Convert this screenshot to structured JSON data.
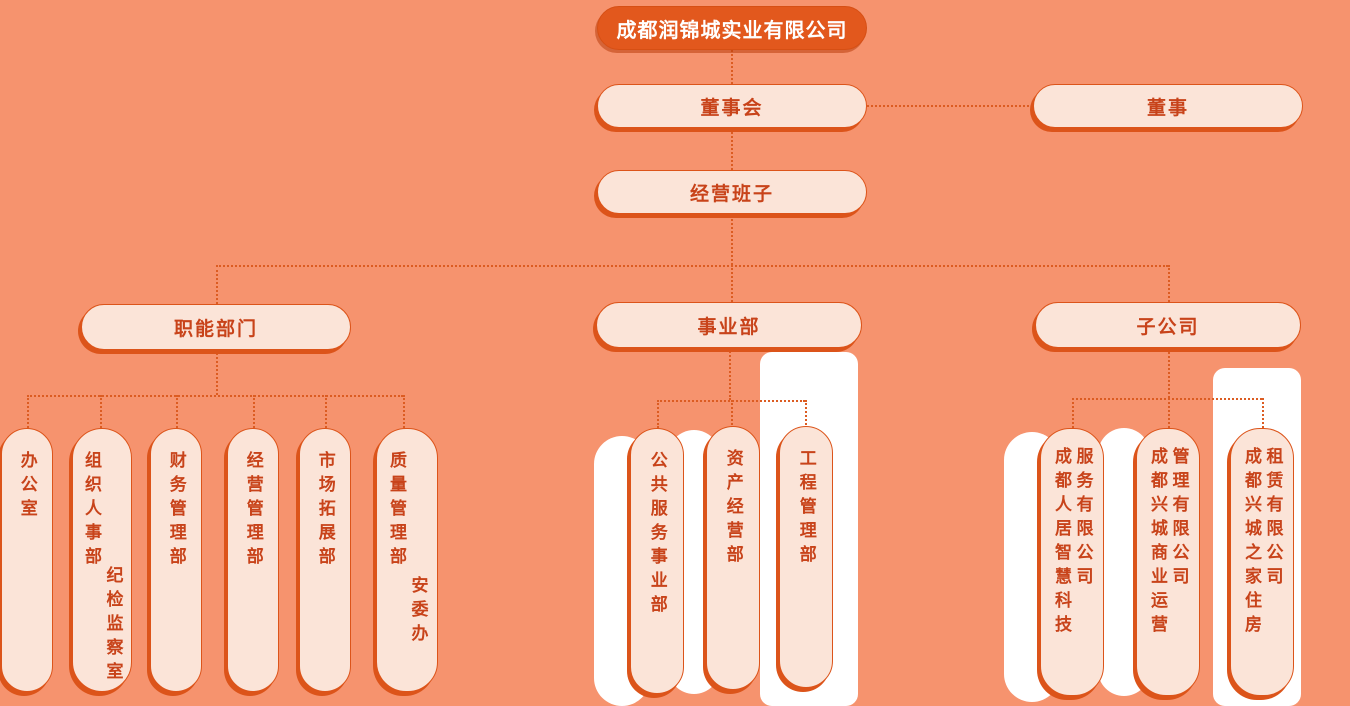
{
  "colors": {
    "background": "#F6936E",
    "accent_border": "#DC541A",
    "pill_fill": "#FBE4D8",
    "pill_text": "#C8431A",
    "root_fill": "#E2581D",
    "root_text": "#FFFFFF",
    "connector": "#DC5C22",
    "decor_white": "#FFFFFF"
  },
  "chart": {
    "root": {
      "label": "成都润锦城实业有限公司"
    },
    "board": {
      "label": "董事会"
    },
    "directors": {
      "label": "董事"
    },
    "management": {
      "label": "经营班子"
    },
    "branches": [
      {
        "label": "职能部门",
        "children": [
          {
            "columns": [
              "办公室"
            ]
          },
          {
            "columns": [
              "组织人事部",
              "纪检监察室"
            ]
          },
          {
            "columns": [
              "财务管理部"
            ]
          },
          {
            "columns": [
              "经营管理部"
            ]
          },
          {
            "columns": [
              "市场拓展部"
            ]
          },
          {
            "columns": [
              "质量管理部",
              "安委办"
            ]
          }
        ]
      },
      {
        "label": "事业部",
        "children": [
          {
            "columns": [
              "公共服务事业部"
            ]
          },
          {
            "columns": [
              "资产经营部"
            ]
          },
          {
            "columns": [
              "工程管理部"
            ]
          }
        ]
      },
      {
        "label": "子公司",
        "children": [
          {
            "columns": [
              "成都人居智慧科技",
              "服务有限公司"
            ]
          },
          {
            "columns": [
              "成都兴城商业运营",
              "管理有限公司"
            ]
          },
          {
            "columns": [
              "成都兴城之家住房",
              "租赁有限公司"
            ]
          }
        ]
      }
    ]
  }
}
